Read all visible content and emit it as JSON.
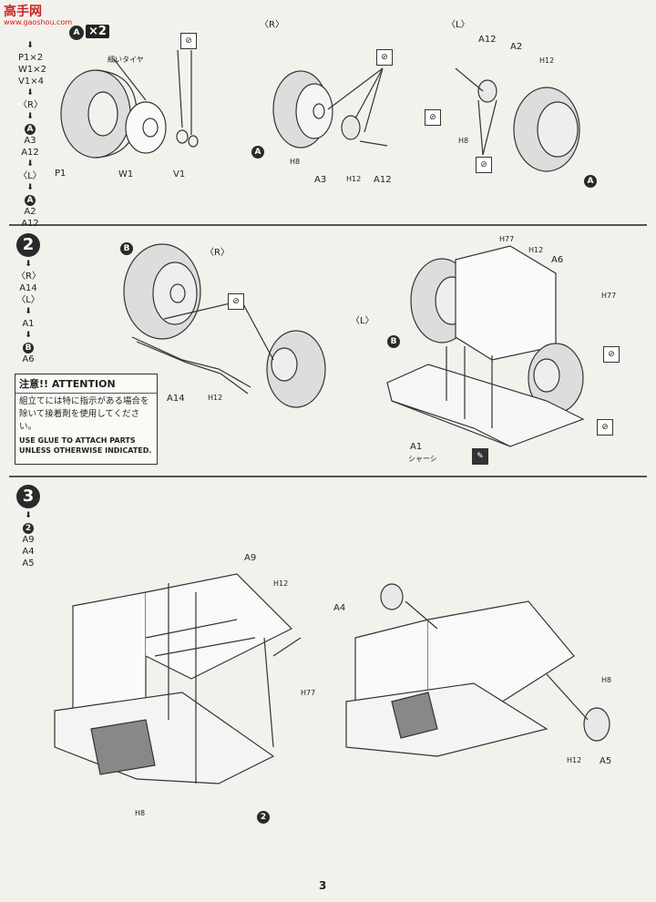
{
  "watermark": {
    "logo": "高手网",
    "url": "www.gaoshou.com"
  },
  "step1": {
    "badge_letter": "A",
    "multiplier": "×2",
    "sequence": [
      "P1×2",
      "W1×2",
      "V1×4",
      "〈R〉",
      "A",
      "A3",
      "A12",
      "〈L〉",
      "A",
      "A2",
      "A12"
    ],
    "labels": {
      "tire_note": "細いタイヤ",
      "p1": "P1",
      "w1": "W1",
      "v1": "V1",
      "r": "〈R〉",
      "l": "〈L〉",
      "a3": "A3",
      "a12_r": "A12",
      "h8_r": "H8",
      "h12_r": "H12",
      "a12_l": "A12",
      "a2_l": "A2",
      "h12_l": "H12",
      "h8_l": "H8",
      "a_r": "A",
      "a_l": "A"
    }
  },
  "step2": {
    "badge": "2",
    "sequence": [
      "〈R〉",
      "A14",
      "〈L〉",
      "A1",
      "B",
      "A6"
    ],
    "labels": {
      "b1": "B",
      "r": "〈R〉",
      "l": "〈L〉",
      "a14": "A14",
      "h12": "H12",
      "h77_top": "H77",
      "h12_top": "H12",
      "a6": "A6",
      "h77_r": "H77",
      "b2": "B",
      "a1": "A1",
      "chassis": "シャーシ"
    },
    "attention": {
      "title": "注意!! ATTENTION",
      "jp": "組立てには特に指示がある場合を除いて接着剤を使用してください。",
      "en1": "USE GLUE TO ATTACH PARTS",
      "en2": "UNLESS OTHERWISE INDICATED."
    }
  },
  "step3": {
    "badge": "3",
    "sequence": [
      "2",
      "A9",
      "A4",
      "A5"
    ],
    "labels": {
      "a9": "A9",
      "h12": "H12",
      "h77": "H77",
      "h8_l": "H8",
      "step_ref": "2",
      "a4": "A4",
      "h8_r": "H8",
      "h12_r": "H12",
      "a5": "A5"
    }
  },
  "page_number": "3"
}
